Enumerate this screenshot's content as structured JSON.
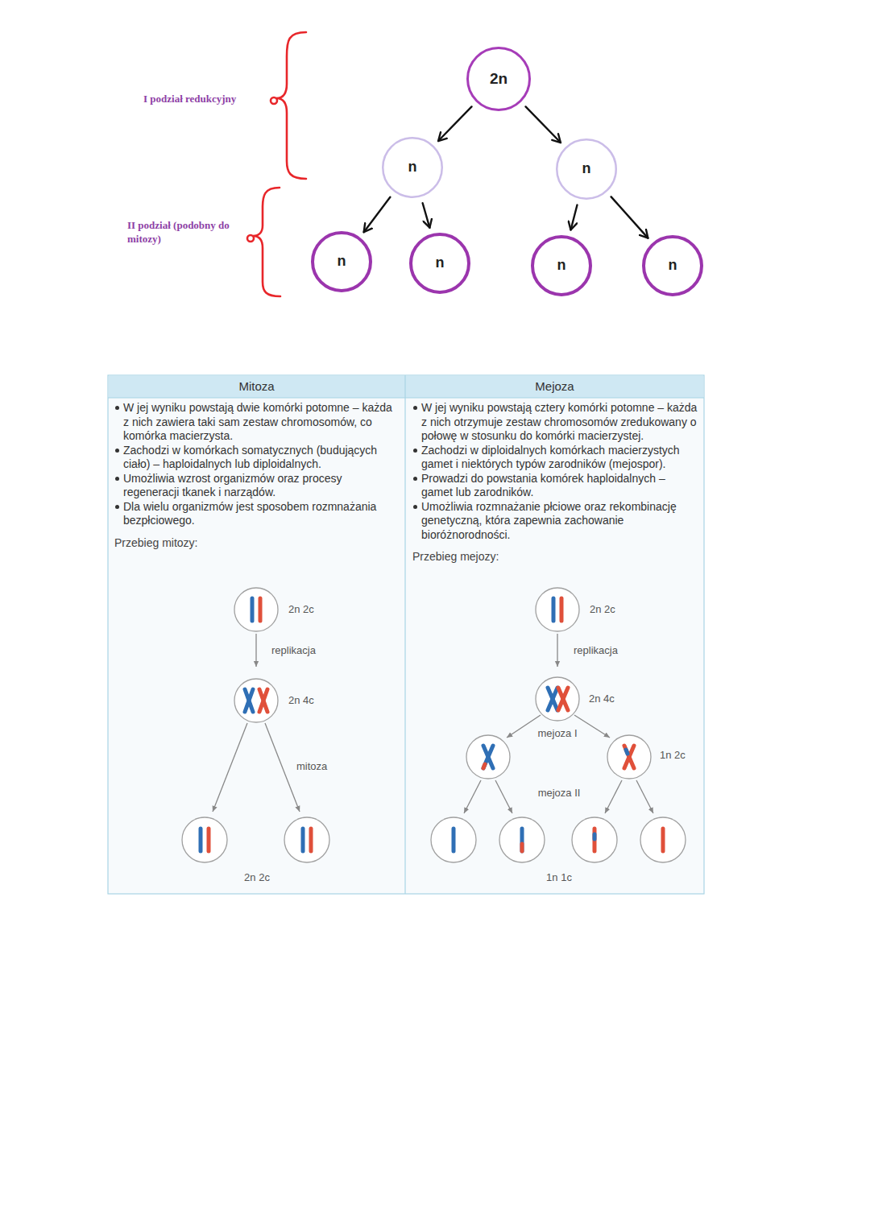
{
  "diagram": {
    "nodes": [
      {
        "text": [
          "2n"
        ]
      },
      {
        "text": [
          "n"
        ]
      },
      {
        "text": [
          "n"
        ]
      },
      {
        "text": [
          "n"
        ]
      },
      {
        "text": [
          "n"
        ]
      },
      {
        "text": [
          "n"
        ]
      },
      {
        "text": [
          "n"
        ]
      },
      {
        "text": [
          "Mitoza",
          "W jej wyniku powstają dwie komórki potomne – każda z nich zawiera taki sam zestaw chromosomów, co komórka macierzysta.",
          "Zachodzi w komórkach somatycznych (budujących ciało) – haploidalnych lub diploidalnych.",
          "Umożliwia wzrost organizmów oraz procesy regeneracji tkanek i narządów.",
          "Dla wielu organizmów jest sposobem rozmnażania bezpłciowego.",
          "Przebieg mitozy:"
        ]
      },
      {
        "text": [
          "Mejoza",
          "W jej wyniku powstają cztery komórki potomne – każda z nich otrzymuje zestaw chromosomów zredukowany o połowę w stosunku do komórki macierzystej.",
          "Zachodzi w diploidalnych komórkach macierzystych gamet i niektórych typów zarodników (mejospor).",
          "Prowadzi do powstania komórek haploidalnych – gamet lub zarodników.",
          "Umożliwia rozmnażanie płciowe oraz rekombinację genetyczną, która zapewnia zachowanie bioróżnorodności.",
          "Przebieg mejozy:"
        ]
      }
    ],
    "edges": [
      {
        "from": 0,
        "to": 1,
        "arrow": "to"
      },
      {
        "from": 0,
        "to": 2,
        "arrow": "to"
      },
      {
        "from": 1,
        "to": 3,
        "arrow": "to"
      },
      {
        "from": 1,
        "to": 4,
        "arrow": "to"
      },
      {
        "from": 2,
        "to": 5,
        "arrow": "to"
      },
      {
        "from": 2,
        "to": 6,
        "arrow": "to"
      }
    ],
    "labels": [
      "I podział redukcyjny",
      "II podział (podobny do mitozy)",
      "2n 2c",
      "replikacja",
      "2n 4c",
      "mitoza",
      "2n 2c",
      "2n 2c",
      "replikacja",
      "2n 4c",
      "mejoza I",
      "1n 2c",
      "mejoza II",
      "1n 1c"
    ]
  }
}
